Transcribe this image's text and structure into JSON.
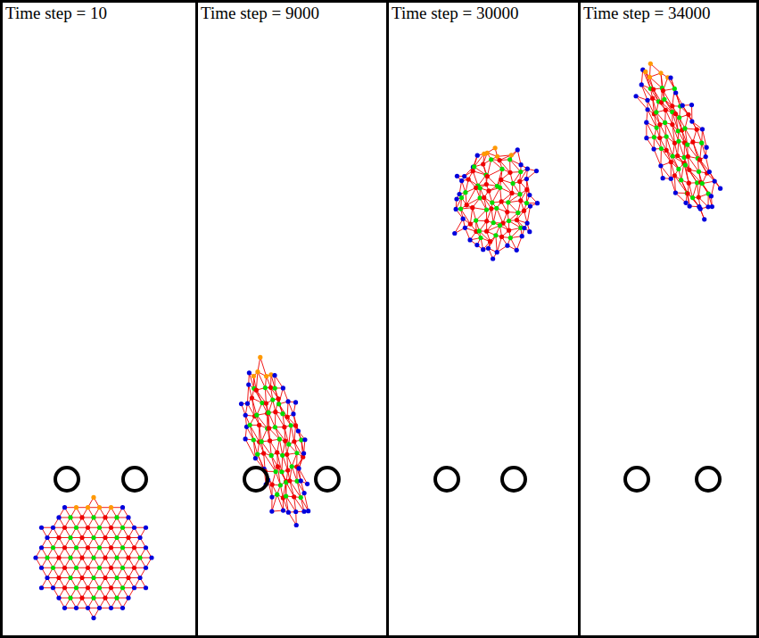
{
  "diagram": {
    "nodes": [
      {
        "text": [
          "Time step = 10"
        ]
      },
      {
        "text": [
          "Time step = 9000"
        ]
      },
      {
        "text": [
          "Time step = 30000"
        ]
      },
      {
        "text": [
          "Time step = 34000"
        ]
      }
    ]
  }
}
